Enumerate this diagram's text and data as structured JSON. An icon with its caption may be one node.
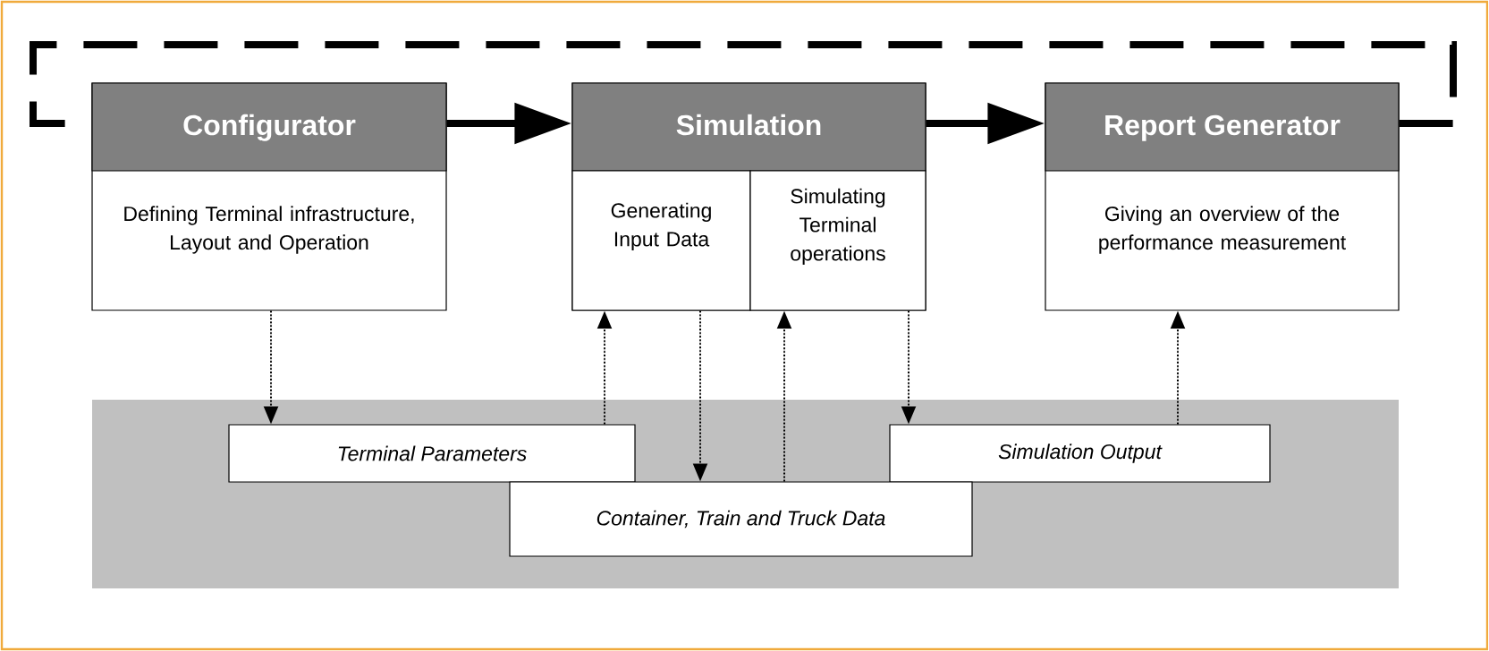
{
  "diagram": {
    "nodes": [
      {
        "text": [
          "Configurator",
          "Defining Terminal infrastructure, Layout and Operation"
        ]
      },
      {
        "text": [
          "Simulation"
        ]
      },
      {
        "text": [
          "Generating Input Data"
        ],
        "in": 1
      },
      {
        "text": [
          "Simulating Terminal operations"
        ],
        "in": 1
      },
      {
        "text": [
          "Report Generator",
          "Giving an overview of the performance measurement"
        ]
      },
      {
        "text": [],
        "shape": "box"
      },
      {
        "text": [
          "Terminal Parameters"
        ],
        "in": 5
      },
      {
        "text": [
          "Simulation Output"
        ],
        "in": 5
      },
      {
        "text": [
          "Container, Train and Truck Data"
        ],
        "in": 5
      }
    ],
    "edges": [
      {
        "from": 0,
        "to": 1,
        "arrow": "to",
        "style": "thick"
      },
      {
        "from": 1,
        "to": 4,
        "arrow": "to",
        "style": "thick"
      },
      {
        "from": 4,
        "to": 0,
        "arrow": "none",
        "style": "dashed"
      },
      {
        "from": 0,
        "to": 6,
        "arrow": "to",
        "style": "dashed"
      },
      {
        "from": 6,
        "to": 2,
        "arrow": "to",
        "style": "dashed"
      },
      {
        "from": 2,
        "to": 8,
        "arrow": "to",
        "style": "dashed"
      },
      {
        "from": 8,
        "to": 3,
        "arrow": "to",
        "style": "dashed"
      },
      {
        "from": 3,
        "to": 7,
        "arrow": "to",
        "style": "dashed"
      },
      {
        "from": 7,
        "to": 4,
        "arrow": "to",
        "style": "dashed"
      }
    ]
  }
}
